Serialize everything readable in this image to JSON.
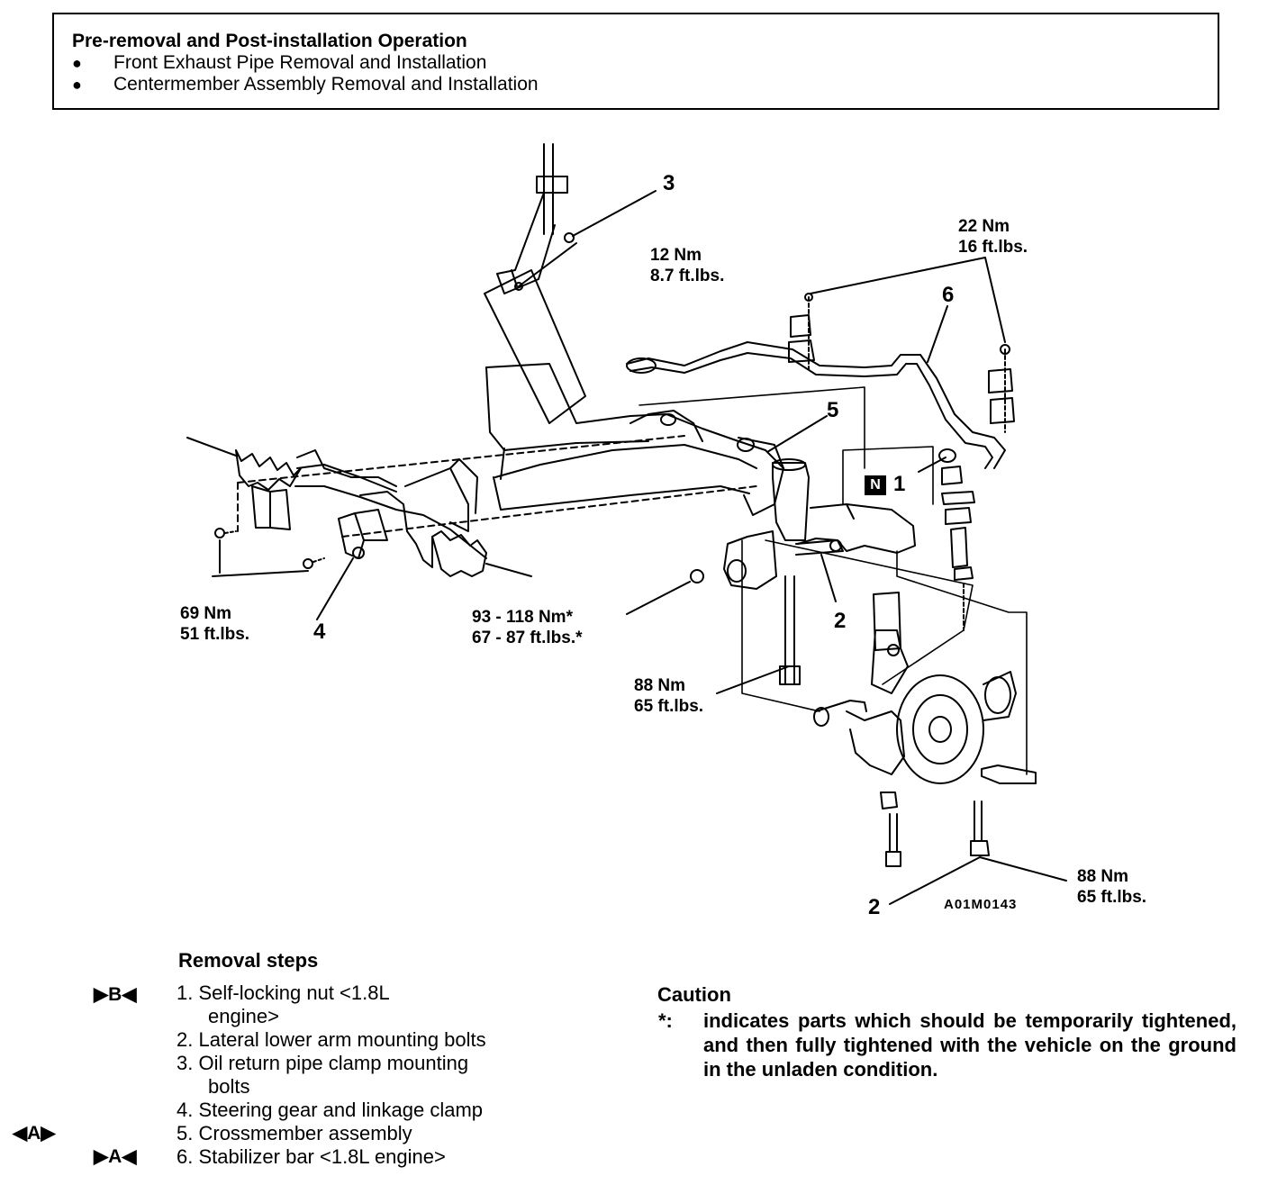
{
  "pre_operation": {
    "title": "Pre-removal and Post-installation Operation",
    "items": [
      "Front Exhaust Pipe Removal and Installation",
      "Centermember Assembly Removal and Installation"
    ]
  },
  "diagram": {
    "callouts": {
      "c3": "3",
      "c6": "6",
      "c5": "5",
      "c1": "1",
      "c4": "4",
      "c2a": "2",
      "c2b": "2"
    },
    "new_part_mark": "N",
    "torques": {
      "t_clamp": [
        "12 Nm",
        "8.7 ft.lbs."
      ],
      "t_stab": [
        "22 Nm",
        "16 ft.lbs."
      ],
      "t_gear": [
        "69 Nm",
        "51 ft.lbs."
      ],
      "t_self": [
        "93 - 118 Nm*",
        "67 - 87 ft.lbs.*"
      ],
      "t_arm1": [
        "88 Nm",
        "65 ft.lbs."
      ],
      "t_arm2": [
        "88 Nm",
        "65 ft.lbs."
      ]
    },
    "part_code": "A01M0143"
  },
  "removal_steps": {
    "title": "Removal steps",
    "steps": [
      {
        "mark": "▶B◀",
        "number": "1.",
        "text": "Self-locking nut <1.8L",
        "continuation": "engine>"
      },
      {
        "mark": "",
        "number": "2.",
        "text": "Lateral lower arm mounting bolts",
        "continuation": ""
      },
      {
        "mark": "",
        "number": "3.",
        "text": "Oil return pipe clamp mounting",
        "continuation": "bolts"
      },
      {
        "mark": "",
        "number": "4.",
        "text": "Steering gear and linkage clamp",
        "continuation": ""
      },
      {
        "mark": "◀A▶",
        "number": "5.",
        "text": "Crossmember assembly",
        "continuation": ""
      },
      {
        "mark": "▶A◀",
        "number": "6.",
        "text": "Stabilizer bar <1.8L engine>",
        "continuation": ""
      }
    ]
  },
  "caution": {
    "title": "Caution",
    "marker": "*:",
    "text": "indicates parts which should be temporarily tightened, and then fully tightened with the vehicle on the ground in the unladen condition."
  }
}
